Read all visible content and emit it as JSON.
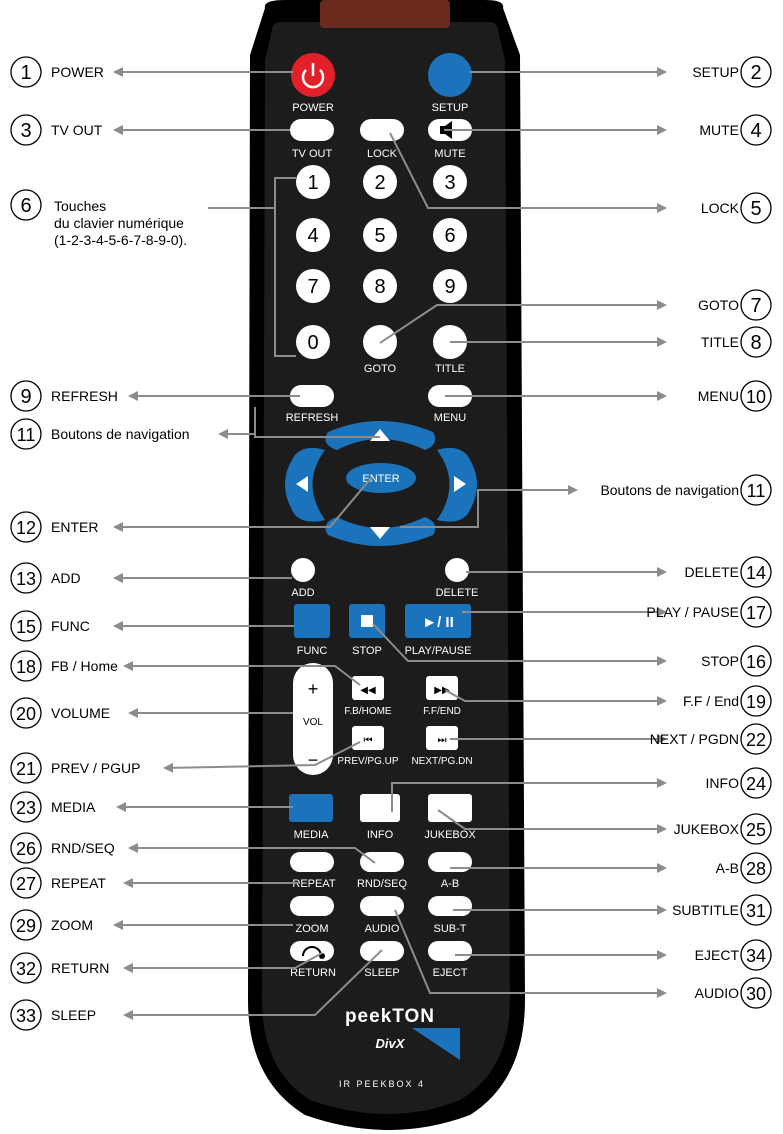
{
  "remote": {
    "brand": "peekTON",
    "divx": "DivX",
    "model": "IR PEEKBOX 4",
    "power_symbol": "power-icon",
    "setup_symbol": "",
    "vol_plus": "+",
    "vol_label": "VOL",
    "vol_minus": "−",
    "enter": "ENTER",
    "labels": {
      "power": "POWER",
      "setup": "SETUP",
      "tvout": "TV OUT",
      "lock": "LOCK",
      "mute": "MUTE",
      "goto": "GOTO",
      "title": "TITLE",
      "refresh": "REFRESH",
      "menu": "MENU",
      "add": "ADD",
      "delete": "DELETE",
      "func": "FUNC",
      "stop": "STOP",
      "playpause": "PLAY/PAUSE",
      "fb": "F.B/HOME",
      "ff": "F.F/END",
      "prev": "PREV/PG.UP",
      "next": "NEXT/PG.DN",
      "media": "MEDIA",
      "info": "INFO",
      "jukebox": "JUKEBOX",
      "repeat": "REPEAT",
      "rndseq": "RND/SEQ",
      "ab": "A-B",
      "zoom": "ZOOM",
      "audio": "AUDIO",
      "subt": "SUB-T",
      "return": "RETURN",
      "sleep": "SLEEP",
      "eject": "EJECT"
    },
    "digits": [
      "1",
      "2",
      "3",
      "4",
      "5",
      "6",
      "7",
      "8",
      "9",
      "0"
    ],
    "playpause_symbol": "►/ II"
  },
  "callouts": {
    "c1": {
      "num": "1",
      "text": "POWER"
    },
    "c2": {
      "num": "2",
      "text": "SETUP"
    },
    "c3": {
      "num": "3",
      "text": "TV OUT"
    },
    "c4": {
      "num": "4",
      "text": "MUTE"
    },
    "c5": {
      "num": "5",
      "text": "LOCK"
    },
    "c6": {
      "num": "6",
      "text1": "Touches",
      "text2": "du clavier numérique",
      "text3": "(1-2-3-4-5-6-7-8-9-0)."
    },
    "c7": {
      "num": "7",
      "text": "GOTO"
    },
    "c8": {
      "num": "8",
      "text": "TITLE"
    },
    "c9": {
      "num": "9",
      "text": "REFRESH"
    },
    "c10": {
      "num": "10",
      "text": "MENU"
    },
    "c11l": {
      "num": "11",
      "text": "Boutons de navigation"
    },
    "c11r": {
      "num": "11",
      "text": "Boutons de navigation"
    },
    "c12": {
      "num": "12",
      "text": "ENTER"
    },
    "c13": {
      "num": "13",
      "text": "ADD"
    },
    "c14": {
      "num": "14",
      "text": "DELETE"
    },
    "c15": {
      "num": "15",
      "text": "FUNC"
    },
    "c16": {
      "num": "16",
      "text": "STOP"
    },
    "c17": {
      "num": "17",
      "text": "PLAY / PAUSE"
    },
    "c18": {
      "num": "18",
      "text": "FB / Home"
    },
    "c19": {
      "num": "19",
      "text": "F.F / End"
    },
    "c20": {
      "num": "20",
      "text": "VOLUME"
    },
    "c21": {
      "num": "21",
      "text": "PREV / PGUP"
    },
    "c22": {
      "num": "22",
      "text": "NEXT / PGDN"
    },
    "c23": {
      "num": "23",
      "text": "MEDIA"
    },
    "c24": {
      "num": "24",
      "text": "INFO"
    },
    "c25": {
      "num": "25",
      "text": "JUKEBOX"
    },
    "c26": {
      "num": "26",
      "text": "RND/SEQ"
    },
    "c27": {
      "num": "27",
      "text": "REPEAT"
    },
    "c28": {
      "num": "28",
      "text": "A-B"
    },
    "c29": {
      "num": "29",
      "text": "ZOOM"
    },
    "c30": {
      "num": "30",
      "text": "AUDIO"
    },
    "c31": {
      "num": "31",
      "text": "SUBTITLE"
    },
    "c32": {
      "num": "32",
      "text": "RETURN"
    },
    "c33": {
      "num": "33",
      "text": "SLEEP"
    },
    "c34": {
      "num": "34",
      "text": "EJECT"
    }
  },
  "colors": {
    "body": "#1a1a1a",
    "body_edge": "#000000",
    "power_red": "#e3202a",
    "accent_blue": "#1b74bb",
    "key_white": "#ffffff",
    "ir_window": "#6b2a1e",
    "arrow_gray": "#8c8c8c"
  }
}
